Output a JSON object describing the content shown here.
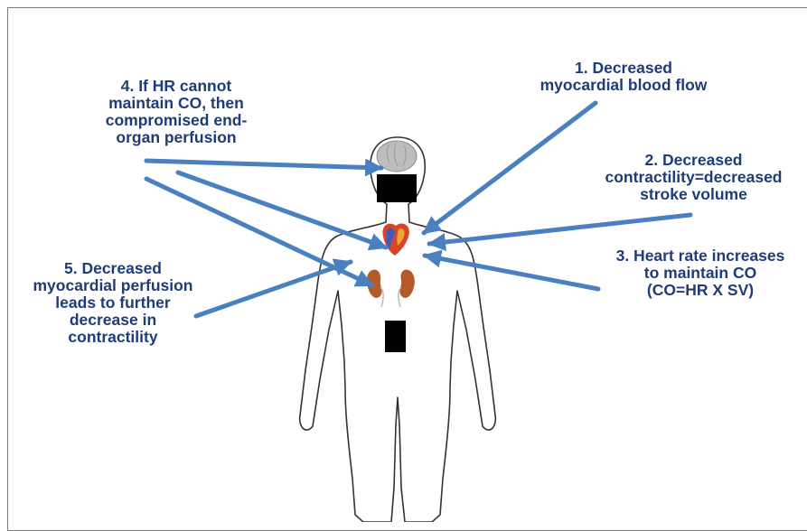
{
  "colors": {
    "arrow": "#4a7fc0",
    "label_text": "#1f3c78",
    "brain": "#b9b9b9",
    "heart_red": "#d6442a",
    "heart_blue": "#3a5cc0",
    "kidney": "#b4592a",
    "redaction": "#000000",
    "body_outline": "#333333"
  },
  "labels": {
    "one": "1. Decreased\nmyocardial blood flow",
    "two": "2. Decreased\ncontractility=decreased\nstroke volume",
    "three": "3. Heart rate increases\nto maintain CO\n(CO=HR X SV)",
    "four": "4. If HR cannot\nmaintain CO, then\ncompromised end-\norgan perfusion",
    "five": "5. Decreased\nmyocardial perfusion\nleads to further\ndecrease in\ncontractility"
  },
  "icons": {
    "brain": "brain-icon",
    "heart": "heart-icon",
    "kidneys": "kidney-icon"
  }
}
